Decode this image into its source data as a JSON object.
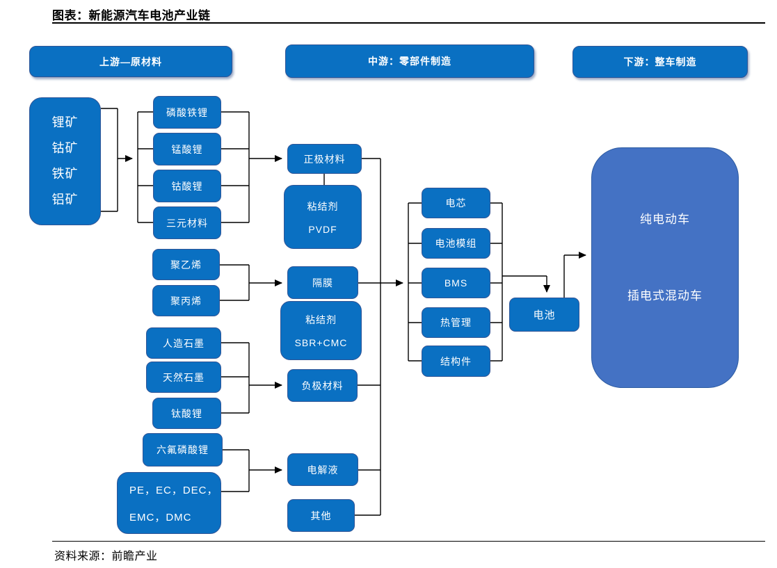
{
  "title": "图表：新能源汽车电池产业链",
  "footer": {
    "source": "资料来源：前瞻产业"
  },
  "headers": {
    "upstream": "上游—原材料",
    "midstream": "中游：零部件制造",
    "downstream": "下游：整车制造"
  },
  "upstream": {
    "ores": [
      "锂矿",
      "钴矿",
      "铁矿",
      "铝矿"
    ],
    "cathode_materials": [
      "磷酸铁锂",
      "锰酸锂",
      "钴酸锂",
      "三元材料"
    ],
    "separator_materials": [
      "聚乙烯",
      "聚丙烯"
    ],
    "anode_materials": [
      "人造石墨",
      "天然石墨",
      "钛酸锂"
    ],
    "electrolyte_salt": "六氟磷酸锂",
    "solvents": [
      "PE，EC，DEC，",
      "EMC，DMC"
    ]
  },
  "midstream": {
    "cathode": "正极材料",
    "cathode_binder": [
      "粘结剂",
      "PVDF"
    ],
    "separator": "隔膜",
    "separator_binder": [
      "粘结剂",
      "SBR+CMC"
    ],
    "anode": "负极材料",
    "electrolyte": "电解液",
    "other": "其他",
    "components": [
      "电芯",
      "电池模组",
      "BMS",
      "热管理",
      "结构件"
    ],
    "battery": "电池"
  },
  "downstream": {
    "vehicles": [
      "纯电动车",
      "插电式混动车"
    ]
  },
  "colors": {
    "box_fill": "#0a70c2",
    "box_border": "#2f5496",
    "vehicle_fill": "#4472c4",
    "vehicle_border": "#2c5aa0",
    "line": "#000000"
  }
}
